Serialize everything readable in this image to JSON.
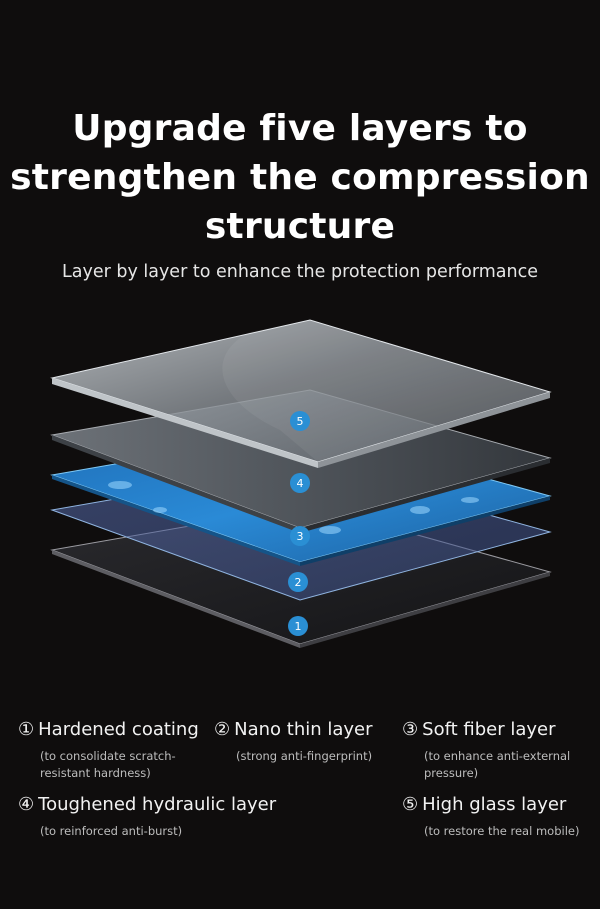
{
  "header": {
    "title_lines": [
      "Upgrade five layers to",
      "strengthen the compression",
      "structure"
    ],
    "subtitle": "Layer by layer to enhance the protection performance"
  },
  "diagram": {
    "badges": [
      "5",
      "4",
      "3",
      "2",
      "1"
    ],
    "badge_color": "#2a8fd4"
  },
  "features": [
    {
      "num": "①",
      "name": "Hardened coating",
      "desc_lines": [
        "(to consolidate scratch-",
        "resistant hardness)"
      ]
    },
    {
      "num": "②",
      "name": "Nano thin layer",
      "desc_lines": [
        "(strong anti-fingerprint)"
      ]
    },
    {
      "num": "③",
      "name": "Soft fiber layer",
      "desc_lines": [
        "(to enhance anti-external",
        "pressure)"
      ]
    },
    {
      "num": "④",
      "name": "Toughened hydraulic layer",
      "desc_lines": [
        "(to reinforced anti-burst)"
      ]
    },
    {
      "num": "⑤",
      "name": "High glass layer",
      "desc_lines": [
        "(to restore the real mobile)"
      ]
    }
  ]
}
